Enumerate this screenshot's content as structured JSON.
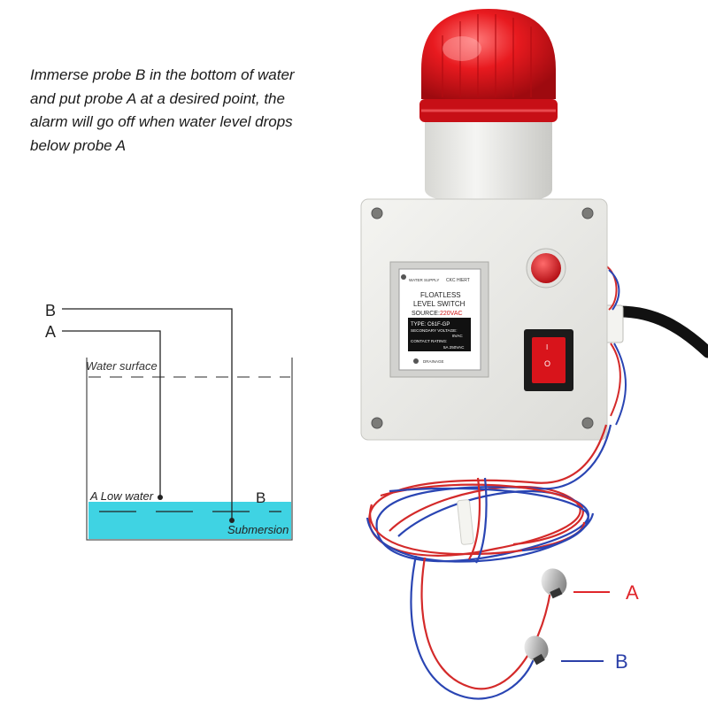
{
  "instruction": {
    "lines": [
      " Immerse probe B in the bottom of water",
      "and  put  probe  A at a desired point, the",
      "alarm will go off when  water level drops",
      "below probe A"
    ]
  },
  "diagram": {
    "label_b": "B",
    "label_a": "A",
    "water_surface": "Water surface",
    "low_water": "A Low water",
    "probe_b_marker": "B",
    "submersion": "Submersion"
  },
  "device": {
    "panel": {
      "water_supply": "WATER SUPPLY",
      "brand": "CKC HIERT",
      "title_1": "FLOATLESS",
      "title_2": "LEVEL SWITCH",
      "source_label": "SOURCE:",
      "source_value": "220VAC",
      "type": "TYPE: C61F-GP",
      "secondary_voltage": "SECONDARY VOLTAGE:",
      "secondary_value": "8VAC",
      "contact_rating": "CONTACT RATING:",
      "contact_value": "5A 250VAC",
      "drainage": "DRAINAGE"
    },
    "switch_on": "I",
    "switch_off": "O"
  },
  "probes": {
    "a_label": "A",
    "b_label": "B",
    "a_color": "#e0262b",
    "b_color": "#2b3fa8"
  },
  "colors": {
    "water": "#3fd3e3",
    "beacon": "#e4141b",
    "housing": "#ededea"
  }
}
